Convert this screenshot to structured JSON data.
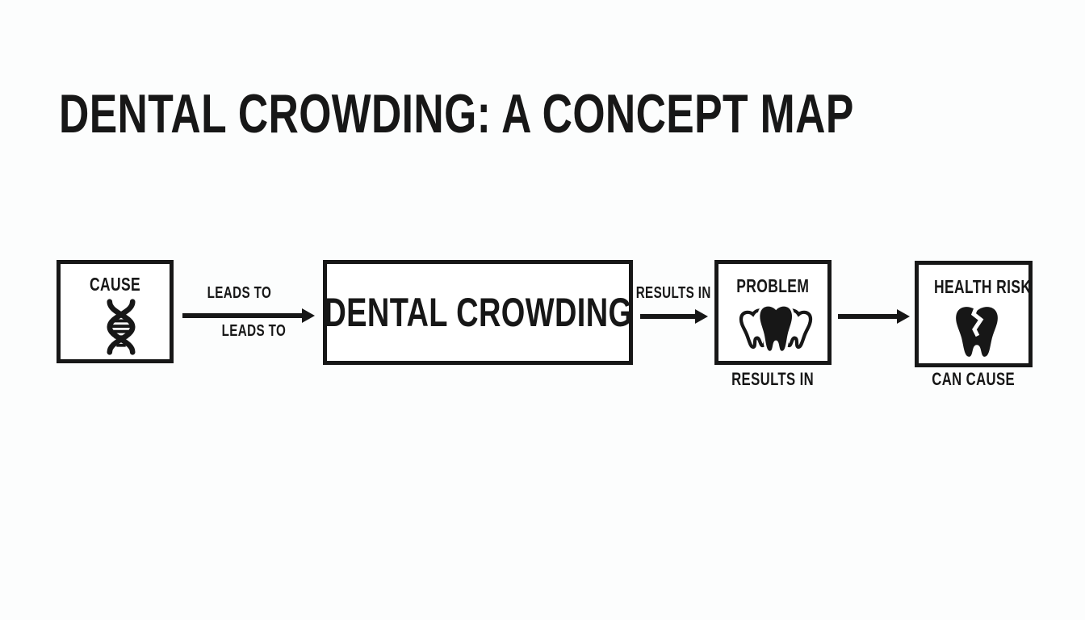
{
  "title": "DENTAL CROWDING: A CONCEPT MAP",
  "colors": {
    "background": "#fcfdfd",
    "ink": "#171717",
    "node_fill": "#ffffff"
  },
  "nodes": [
    {
      "id": "cause",
      "label": "CAUSE",
      "icon": "dna-icon",
      "caption": ""
    },
    {
      "id": "dental-crowding",
      "label": "DENTAL CROWDING",
      "icon": "",
      "caption": ""
    },
    {
      "id": "problem",
      "label": "PROBLEM",
      "icon": "crowded-teeth-icon",
      "caption": "RESULTS IN"
    },
    {
      "id": "health-risk",
      "label": "HEALTH RISK",
      "icon": "cracked-tooth-icon",
      "caption": "CAN CAUSE"
    }
  ],
  "edges": [
    {
      "from": "cause",
      "to": "dental-crowding",
      "label_above": "LEADS TO",
      "label_below": "LEADS TO"
    },
    {
      "from": "dental-crowding",
      "to": "problem",
      "label_above": "RESULTS IN",
      "label_below": ""
    },
    {
      "from": "problem",
      "to": "health-risk",
      "label_above": "",
      "label_below": ""
    }
  ]
}
